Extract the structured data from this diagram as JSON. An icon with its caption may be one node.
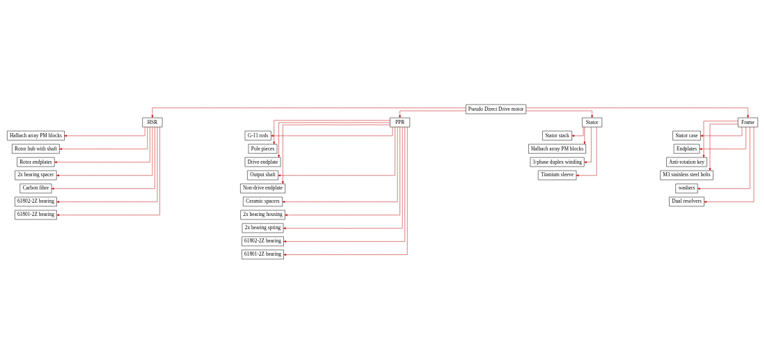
{
  "diagram": {
    "nodes": [
      {
        "text": [
          "Pseudo Direct Drive motor"
        ]
      },
      {
        "text": [
          "HSR"
        ]
      },
      {
        "text": [
          "Halbach array PM blocks"
        ]
      },
      {
        "text": [
          "Rotor hub with shaft"
        ]
      },
      {
        "text": [
          "Rotor endplates"
        ]
      },
      {
        "text": [
          "2x bearing spacer"
        ]
      },
      {
        "text": [
          "Carbon fibre"
        ]
      },
      {
        "text": [
          "61802-2Z bearing"
        ]
      },
      {
        "text": [
          "61801-2Z bearing"
        ]
      },
      {
        "text": [
          "PPR"
        ]
      },
      {
        "text": [
          "G-11 rods"
        ]
      },
      {
        "text": [
          "Pole pieces"
        ]
      },
      {
        "text": [
          "Drive endplate"
        ]
      },
      {
        "text": [
          "Output shaft"
        ]
      },
      {
        "text": [
          "Non-drive endplate"
        ]
      },
      {
        "text": [
          "Ceramic spacers"
        ]
      },
      {
        "text": [
          "2x bearing housing"
        ]
      },
      {
        "text": [
          "2x bearing spring"
        ]
      },
      {
        "text": [
          "61802-2Z bearing"
        ]
      },
      {
        "text": [
          "61801-2Z bearing"
        ]
      },
      {
        "text": [
          "Stator"
        ]
      },
      {
        "text": [
          "Stator stack"
        ]
      },
      {
        "text": [
          "Halbach array PM blocks"
        ]
      },
      {
        "text": [
          "3-phase duplex winding"
        ]
      },
      {
        "text": [
          "Titanium sleeve"
        ]
      },
      {
        "text": [
          "Frame"
        ]
      },
      {
        "text": [
          "Stator case"
        ]
      },
      {
        "text": [
          "Endplates"
        ]
      },
      {
        "text": [
          "Anti-rotation key"
        ]
      },
      {
        "text": [
          "M3 stainless steel bolts"
        ]
      },
      {
        "text": [
          "washers"
        ]
      },
      {
        "text": [
          "Dual resolvers"
        ]
      }
    ],
    "edges": [
      {
        "from": 0,
        "to": 1,
        "arrow": "to"
      },
      {
        "from": 0,
        "to": 9,
        "arrow": "to"
      },
      {
        "from": 0,
        "to": 20,
        "arrow": "to"
      },
      {
        "from": 0,
        "to": 25,
        "arrow": "to"
      },
      {
        "from": 1,
        "to": 2,
        "arrow": "to"
      },
      {
        "from": 1,
        "to": 3,
        "arrow": "to"
      },
      {
        "from": 1,
        "to": 4,
        "arrow": "to"
      },
      {
        "from": 1,
        "to": 5,
        "arrow": "to"
      },
      {
        "from": 1,
        "to": 6,
        "arrow": "to"
      },
      {
        "from": 1,
        "to": 7,
        "arrow": "to"
      },
      {
        "from": 1,
        "to": 8,
        "arrow": "to"
      },
      {
        "from": 9,
        "to": 10,
        "arrow": "to"
      },
      {
        "from": 9,
        "to": 11,
        "arrow": "to"
      },
      {
        "from": 9,
        "to": 12,
        "arrow": "to"
      },
      {
        "from": 9,
        "to": 13,
        "arrow": "to"
      },
      {
        "from": 9,
        "to": 14,
        "arrow": "to"
      },
      {
        "from": 9,
        "to": 15,
        "arrow": "to"
      },
      {
        "from": 9,
        "to": 16,
        "arrow": "to"
      },
      {
        "from": 9,
        "to": 17,
        "arrow": "to"
      },
      {
        "from": 9,
        "to": 18,
        "arrow": "to"
      },
      {
        "from": 9,
        "to": 19,
        "arrow": "to"
      },
      {
        "from": 20,
        "to": 21,
        "arrow": "to"
      },
      {
        "from": 20,
        "to": 22,
        "arrow": "to"
      },
      {
        "from": 20,
        "to": 23,
        "arrow": "to"
      },
      {
        "from": 20,
        "to": 24,
        "arrow": "to"
      },
      {
        "from": 25,
        "to": 26,
        "arrow": "to"
      },
      {
        "from": 25,
        "to": 27,
        "arrow": "to"
      },
      {
        "from": 25,
        "to": 28,
        "arrow": "to"
      },
      {
        "from": 25,
        "to": 29,
        "arrow": "to"
      },
      {
        "from": 25,
        "to": 30,
        "arrow": "to"
      },
      {
        "from": 25,
        "to": 31,
        "arrow": "to"
      }
    ]
  }
}
